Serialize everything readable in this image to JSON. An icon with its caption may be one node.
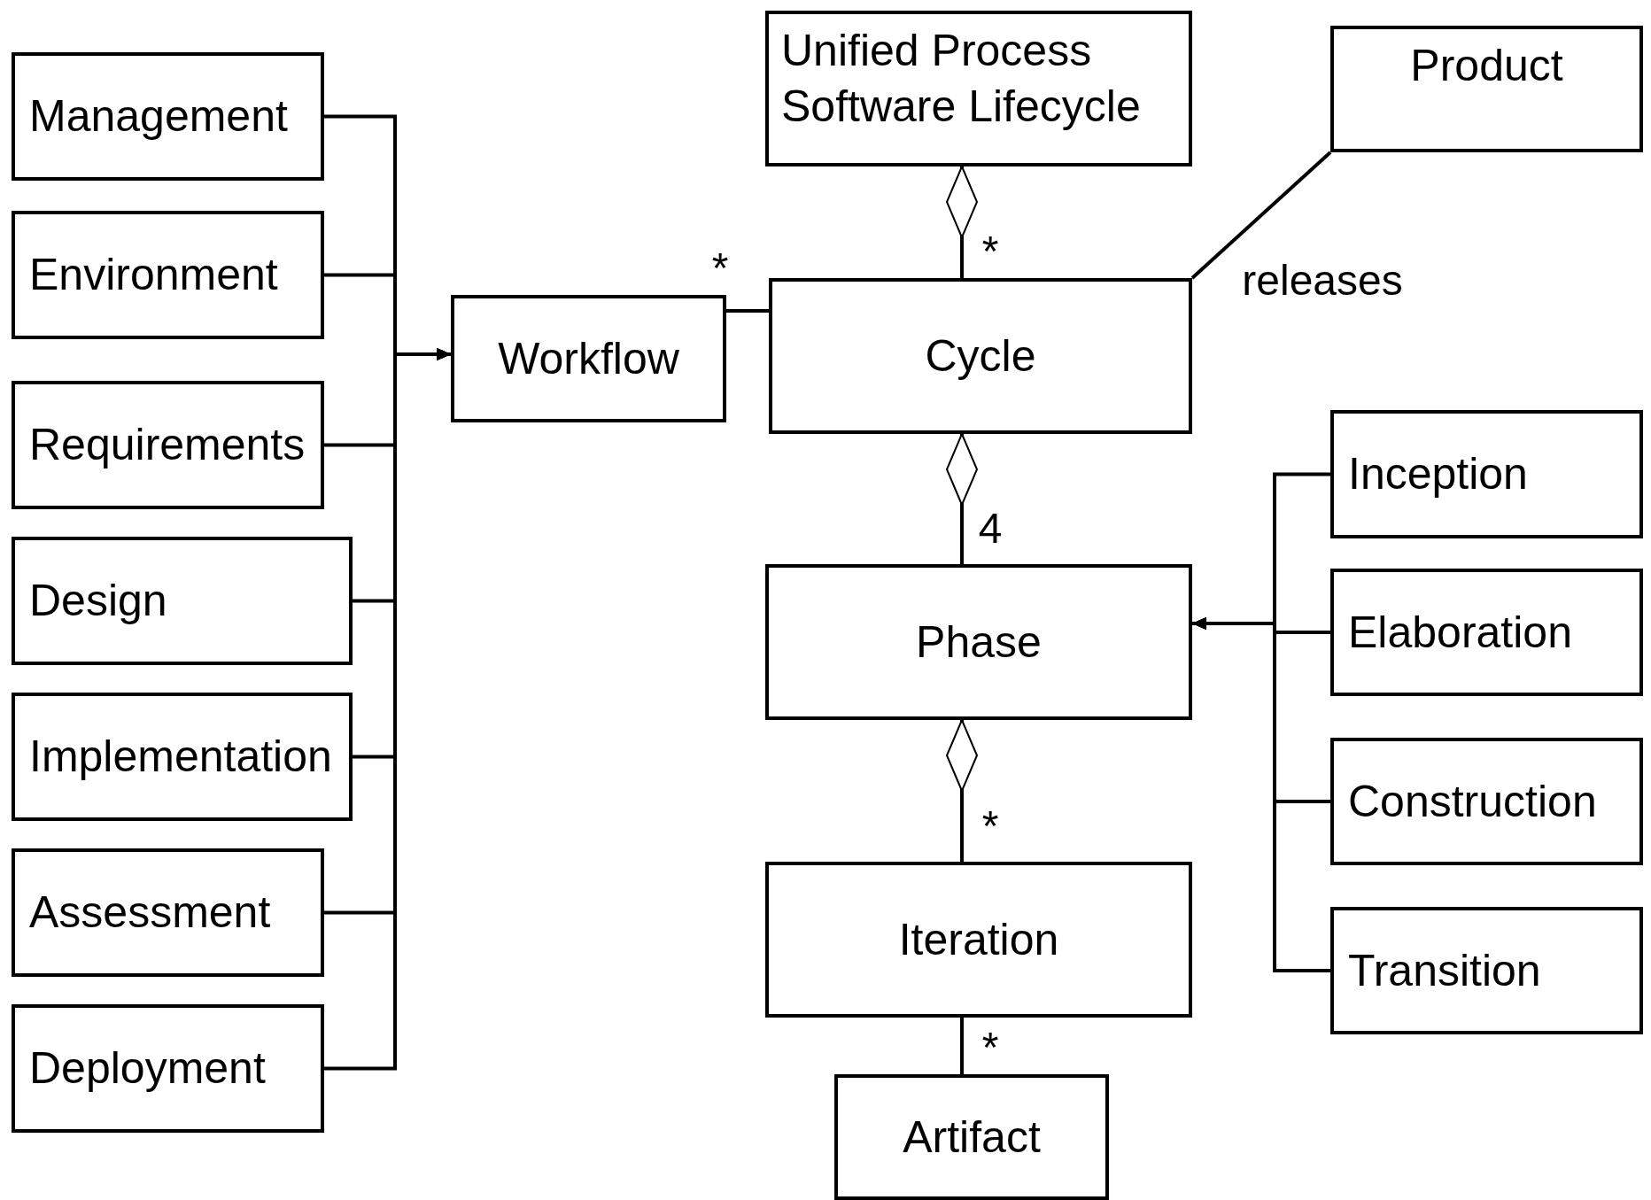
{
  "diagram": {
    "nodes": [
      {
        "text": [
          "Management"
        ]
      },
      {
        "text": [
          "Environment"
        ]
      },
      {
        "text": [
          "Requirements"
        ]
      },
      {
        "text": [
          "Design"
        ]
      },
      {
        "text": [
          "Implementation"
        ]
      },
      {
        "text": [
          "Assessment"
        ]
      },
      {
        "text": [
          "Deployment"
        ]
      },
      {
        "text": [
          "Workflow"
        ]
      },
      {
        "text": [
          "Unified Process Software Lifecycle"
        ]
      },
      {
        "text": [
          "Product"
        ]
      },
      {
        "text": [
          "Cycle"
        ]
      },
      {
        "text": [
          "Phase"
        ]
      },
      {
        "text": [
          "Iteration"
        ]
      },
      {
        "text": [
          "Artifact"
        ]
      },
      {
        "text": [
          "Inception"
        ]
      },
      {
        "text": [
          "Elaboration"
        ]
      },
      {
        "text": [
          "Construction"
        ]
      },
      {
        "text": [
          "Transition"
        ]
      }
    ],
    "edges": [
      {
        "from": 0,
        "to": 7,
        "arrow": "to"
      },
      {
        "from": 1,
        "to": 7,
        "arrow": "to"
      },
      {
        "from": 2,
        "to": 7,
        "arrow": "to"
      },
      {
        "from": 3,
        "to": 7,
        "arrow": "to"
      },
      {
        "from": 4,
        "to": 7,
        "arrow": "to"
      },
      {
        "from": 5,
        "to": 7,
        "arrow": "to"
      },
      {
        "from": 6,
        "to": 7,
        "arrow": "to"
      },
      {
        "from": 7,
        "to": 10,
        "arrow": "none",
        "label": "*"
      },
      {
        "from": 10,
        "to": 8,
        "arrow": "other",
        "label": "*"
      },
      {
        "from": 11,
        "to": 10,
        "arrow": "other",
        "label": "4"
      },
      {
        "from": 12,
        "to": 11,
        "arrow": "other",
        "label": "*"
      },
      {
        "from": 13,
        "to": 12,
        "arrow": "none",
        "label": "*"
      },
      {
        "from": 10,
        "to": 9,
        "arrow": "none",
        "label": "releases"
      },
      {
        "from": 14,
        "to": 11,
        "arrow": "to"
      },
      {
        "from": 15,
        "to": 11,
        "arrow": "to"
      },
      {
        "from": 16,
        "to": 11,
        "arrow": "to"
      },
      {
        "from": 17,
        "to": 11,
        "arrow": "to"
      }
    ]
  }
}
